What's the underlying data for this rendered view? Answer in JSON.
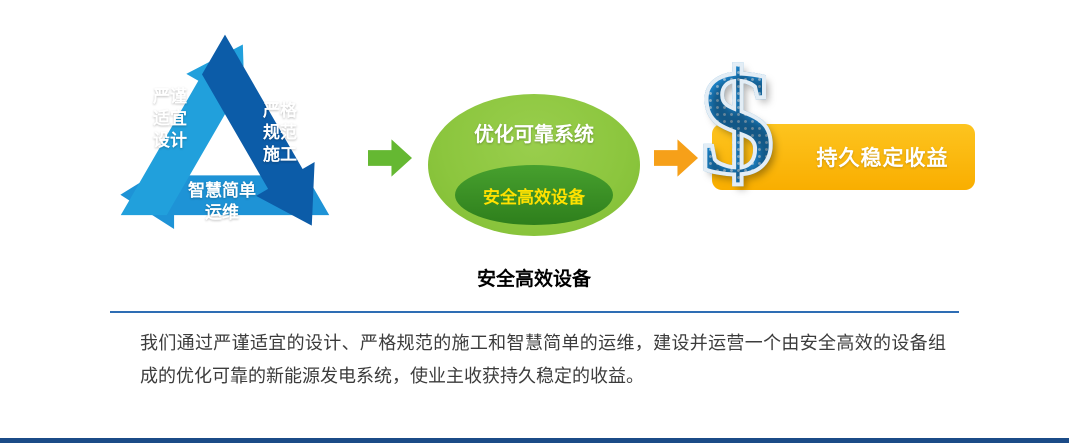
{
  "triangle": {
    "design_lines": [
      "严谨",
      "适宜",
      "设计"
    ],
    "construction_lines": [
      "严格",
      "规范",
      "施工"
    ],
    "operation_lines": [
      "智慧简单",
      "运维"
    ]
  },
  "system": {
    "title": "优化可靠系统",
    "inner_label": "安全高效设备"
  },
  "benefit": {
    "dollar_symbol": "$",
    "label": "持久稳定收益"
  },
  "caption": "安全高效设备",
  "description": "我们通过严谨适宜的设计、严格规范的施工和智慧简单的运维，建设并运营一个由安全高效的设备组成的优化可靠的新能源发电系统，使业主收获持久稳定的收益。",
  "colors": {
    "triangle_light_blue": "#1E93D6",
    "triangle_dark_blue": "#0C5CA8",
    "ellipse_green": "#8CC63E",
    "ellipse_inner_green": "#3E9326",
    "inner_text_yellow": "#FFE100",
    "arrow_green": "#65B832",
    "arrow_orange": "#F6A019",
    "banner_orange": "#FBB713",
    "dollar_blue": "#1D86CD",
    "divider_blue": "#2E6DB4"
  }
}
